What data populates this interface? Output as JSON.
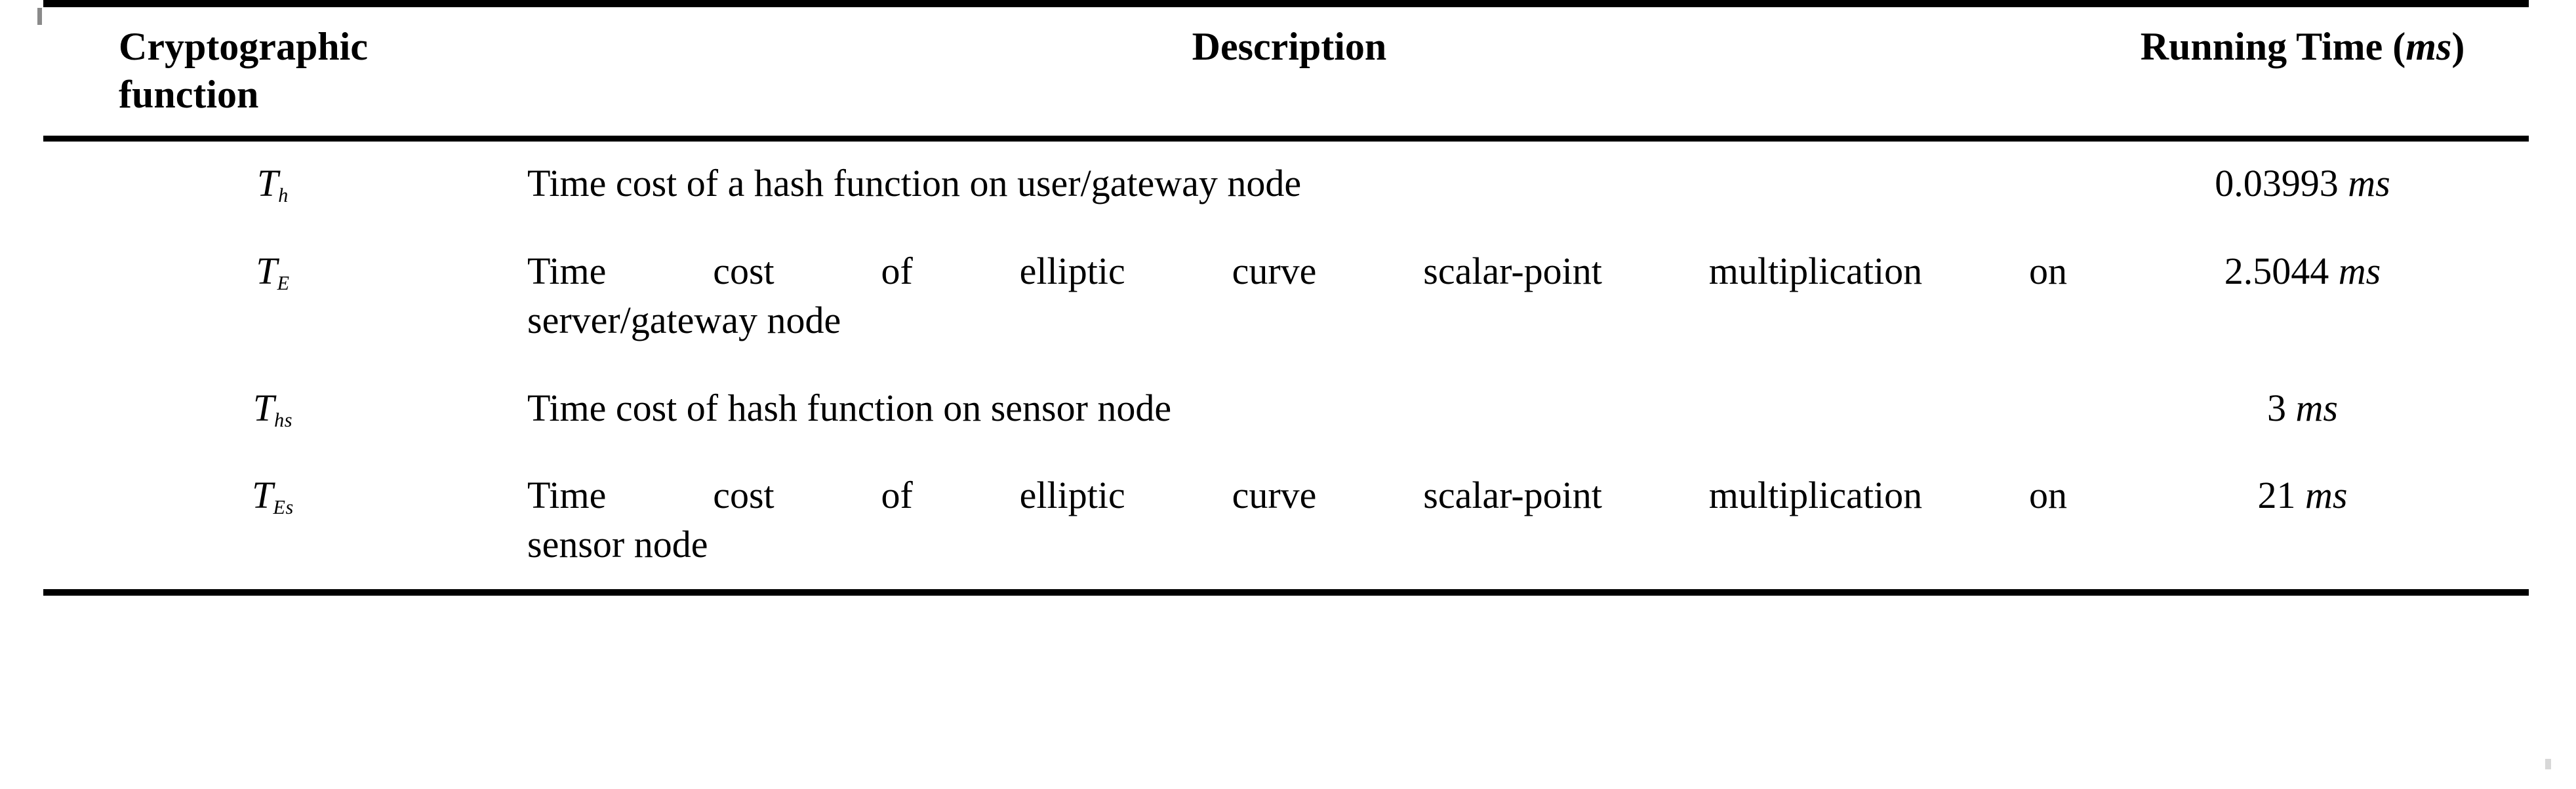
{
  "table": {
    "caption_symbols": {
      "unit_label": "ms"
    },
    "headers": {
      "col1_line1": "Cryptographic",
      "col1_line2": "function",
      "col2": "Description",
      "col3_text": "Running Time (",
      "col3_unit": "ms",
      "col3_close": ")"
    },
    "rows": [
      {
        "symbol_base": "T",
        "symbol_sub": "h",
        "description_line1": "Time cost of a hash function on user/gateway node",
        "description_line2": "",
        "time_value": "0.03993",
        "time_unit": "ms"
      },
      {
        "symbol_base": "T",
        "symbol_sub": "E",
        "description_line1": "Time cost of elliptic curve scalar-point multiplication on",
        "description_line2": "server/gateway node",
        "time_value": "2.5044",
        "time_unit": "ms"
      },
      {
        "symbol_base": "T",
        "symbol_sub": "hs",
        "description_line1": "Time cost of hash function on sensor node",
        "description_line2": "",
        "time_value": "3",
        "time_unit": "ms"
      },
      {
        "symbol_base": "T",
        "symbol_sub": "Es",
        "description_line1": "Time cost of elliptic curve scalar-point multiplication on",
        "description_line2": "sensor node",
        "time_value": "21",
        "time_unit": "ms"
      }
    ]
  },
  "style": {
    "rule_color": "#000000",
    "text_color": "#000000",
    "background": "#ffffff"
  }
}
